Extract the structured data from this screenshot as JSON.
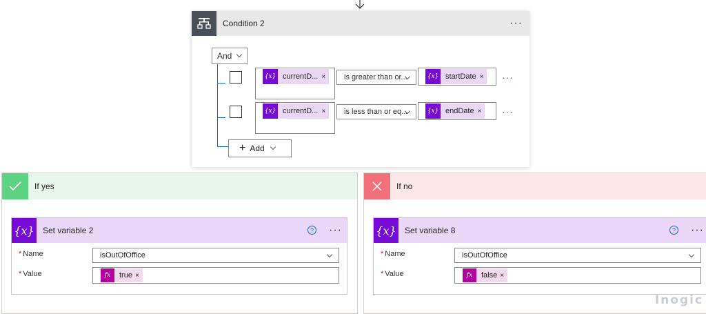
{
  "condition": {
    "title": "Condition 2",
    "group_operator": "And",
    "rows": [
      {
        "left_token": "currentD...",
        "operator": "is greater than or...",
        "right_token": "startDate"
      },
      {
        "left_token": "currentD...",
        "operator": "is less than or eq...",
        "right_token": "endDate"
      }
    ],
    "add_label": "Add",
    "token_glyph": "{x}",
    "token_remove": "×"
  },
  "yes_branch": {
    "label": "If yes",
    "color": "#e8f7ec",
    "icon": "checkmark-icon",
    "action": {
      "title": "Set variable 2",
      "icon_glyph": "{x}",
      "name_label": "Name",
      "name_value": "isOutOfOffice",
      "value_label": "Value",
      "value_token": "true",
      "fx_glyph": "fx"
    }
  },
  "no_branch": {
    "label": "If no",
    "color": "#fde7e9",
    "icon": "close-icon",
    "action": {
      "title": "Set variable 8",
      "icon_glyph": "{x}",
      "name_label": "Name",
      "name_value": "isOutOfOffice",
      "value_label": "Value",
      "value_token": "false",
      "fx_glyph": "fx"
    }
  },
  "required_marker": "*",
  "help_glyph": "?",
  "watermark": "Inogic",
  "colors": {
    "accent": "#0f6cbd",
    "variable_purple": "#770bd6",
    "expression_magenta": "#b4009e",
    "yes_green": "#5bd382",
    "no_red": "#f1707b",
    "condition_header": "#484f58"
  }
}
